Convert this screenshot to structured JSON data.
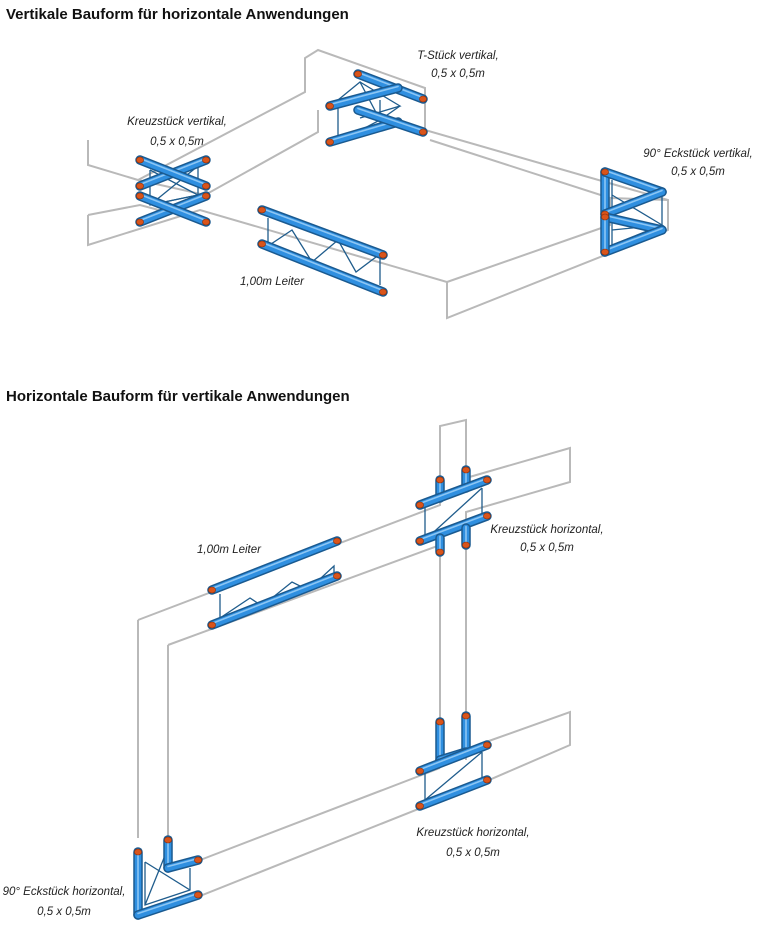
{
  "headings": {
    "vertical_section": "Vertikale Bauform für horizontale Anwendungen",
    "horizontal_section": "Horizontale Bauform für vertikale Anwendungen"
  },
  "labels": {
    "t_piece_vertical": [
      "T-Stück vertikal,",
      "0,5 x 0,5m"
    ],
    "cross_piece_vertical": [
      "Kreuzstück vertikal,",
      "0,5 x 0,5m"
    ],
    "corner_vertical": [
      "90° Eckstück vertikal,",
      "0,5 x 0,5m"
    ],
    "ladder_top": [
      "1,00m Leiter"
    ],
    "ladder_bottom": [
      "1,00m Leiter"
    ],
    "cross_piece_horizontal_upper": [
      "Kreuzstück horizontal,",
      "0,5 x 0,5m"
    ],
    "cross_piece_horizontal_lower": [
      "Kreuzstück horizontal,",
      "0,5 x 0,5m"
    ],
    "corner_horizontal": [
      "90° Eckstück horizontal,",
      "0,5 x 0,5m"
    ]
  },
  "colors": {
    "tube": "#2f8fe0",
    "tube_edge": "#1a5a90",
    "end_cap": "#d9541a",
    "outline": "#b9b9b9"
  }
}
